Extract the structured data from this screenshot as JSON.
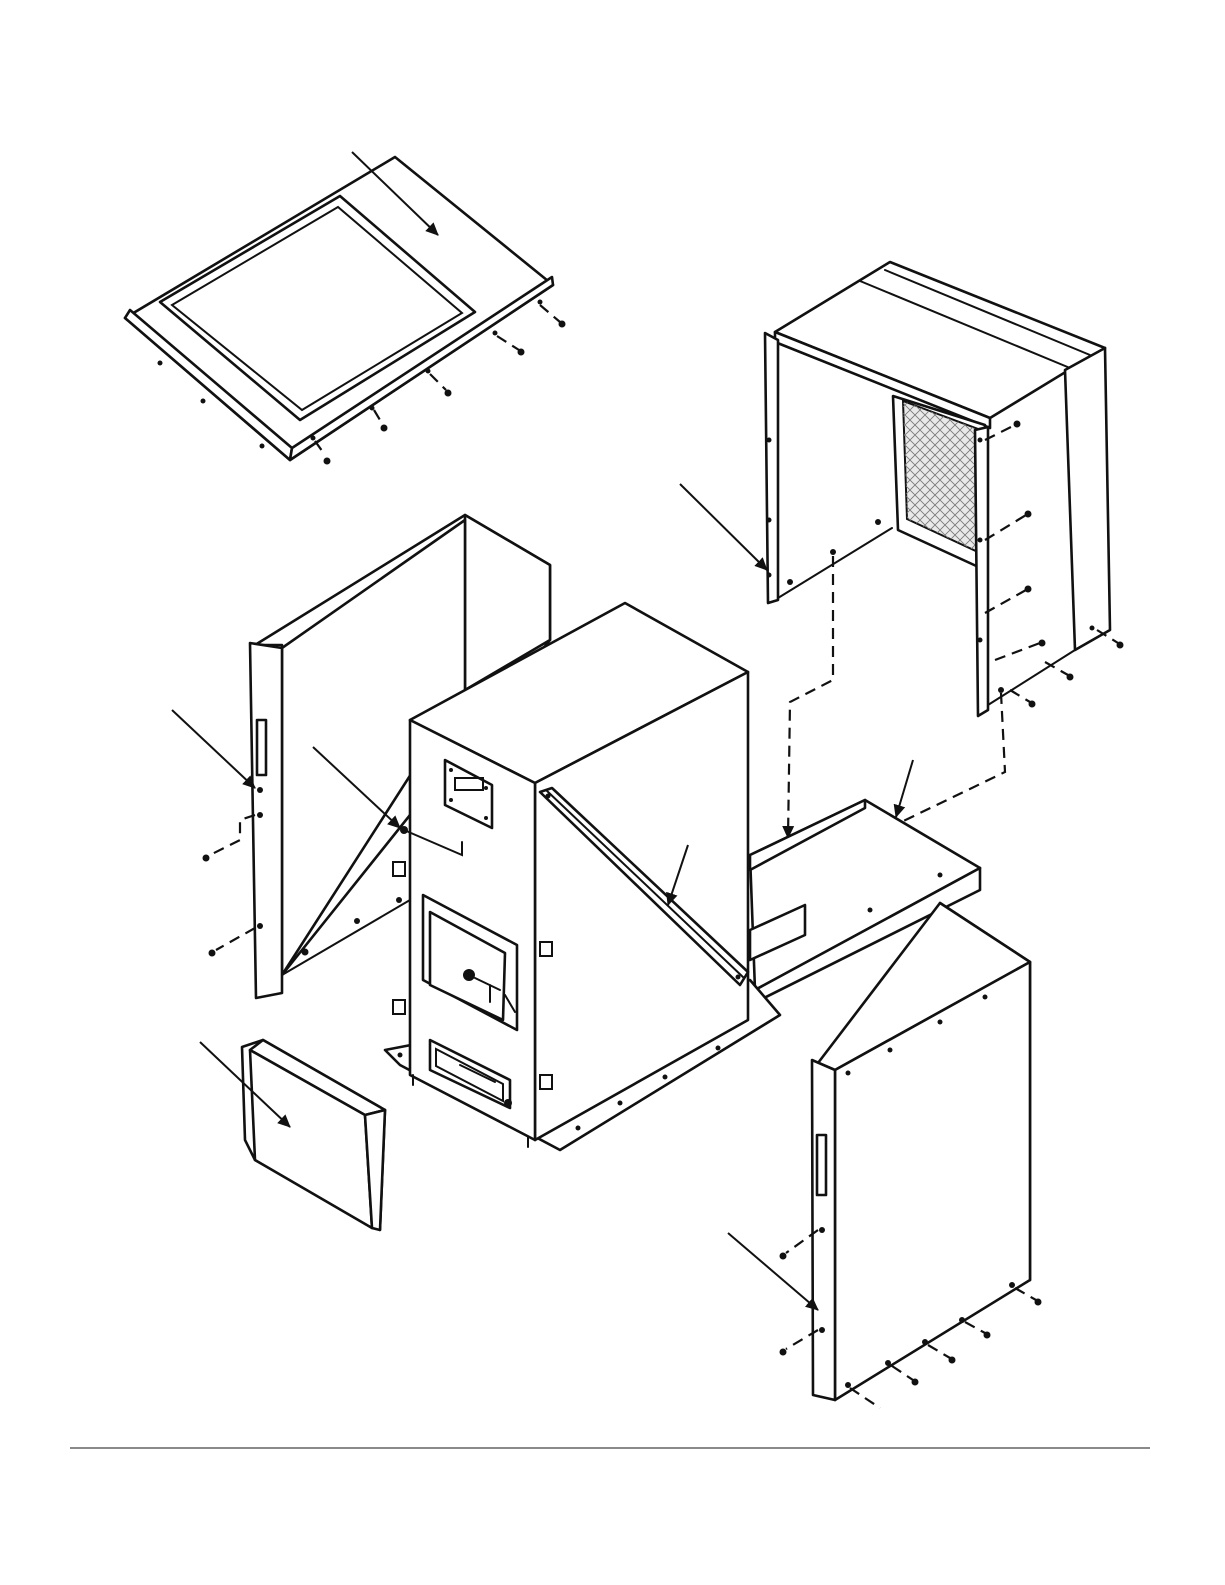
{
  "diagram": {
    "parts": [
      "top-panel",
      "upper-rear-cabinet",
      "left-side-panel",
      "furnace-body",
      "diagonal-brace",
      "base-tray",
      "right-side-panel",
      "front-lower-panel"
    ],
    "colors": {
      "line": "#111111",
      "paper": "#ffffff",
      "rule": "#444444"
    }
  }
}
